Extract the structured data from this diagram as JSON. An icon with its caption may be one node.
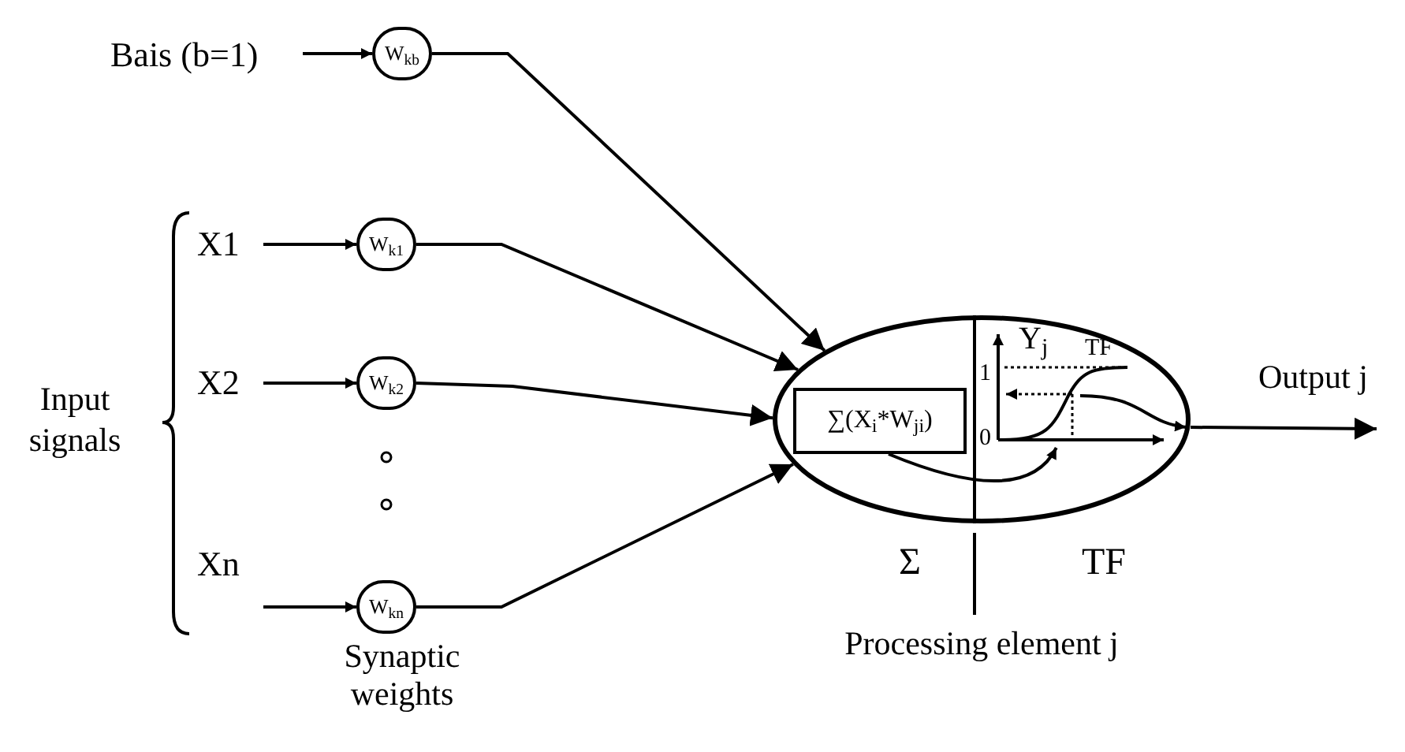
{
  "diagram": {
    "nodes": [
      {
        "text": [
          "Bais (b=1)"
        ]
      },
      {
        "text": [
          "W$_{kb}$"
        ]
      },
      {
        "text": [
          "X1"
        ]
      },
      {
        "text": [
          "W$_{k1}$"
        ]
      },
      {
        "text": [
          "X2"
        ]
      },
      {
        "text": [
          "W$_{k2}$"
        ]
      },
      {
        "text": [
          "Xn"
        ]
      },
      {
        "text": [
          "W$_{kn}$"
        ]
      },
      {
        "text": [],
        "shape": "ellipse",
        "beside": [
          "Processing element j"
        ]
      },
      {
        "text": [
          "∑(X$_{i}$*W$_{ji}$)"
        ],
        "in": 8
      },
      {
        "text": [],
        "shape": "picture",
        "in": 8
      }
    ],
    "edges": [
      {
        "from": 0,
        "to": 1,
        "arrow": "to"
      },
      {
        "from": 2,
        "to": 3,
        "arrow": "to"
      },
      {
        "from": 4,
        "to": 5,
        "arrow": "to"
      },
      {
        "from": 6,
        "to": 7,
        "arrow": "to"
      },
      {
        "from": 1,
        "to": 8,
        "arrow": "to"
      },
      {
        "from": 3,
        "to": 8,
        "arrow": "to"
      },
      {
        "from": 5,
        "to": 8,
        "arrow": "to"
      },
      {
        "from": 7,
        "to": 8,
        "arrow": "to"
      },
      {
        "from": 8,
        "to": null,
        "arrow": "to",
        "label": "Output j"
      },
      {
        "from": 9,
        "to": 10,
        "arrow": "to"
      }
    ],
    "labels": [
      "Input signals",
      "Synaptic weights",
      "Y$_{j}$",
      "TF",
      "1",
      "0",
      "Σ",
      "TF"
    ]
  }
}
